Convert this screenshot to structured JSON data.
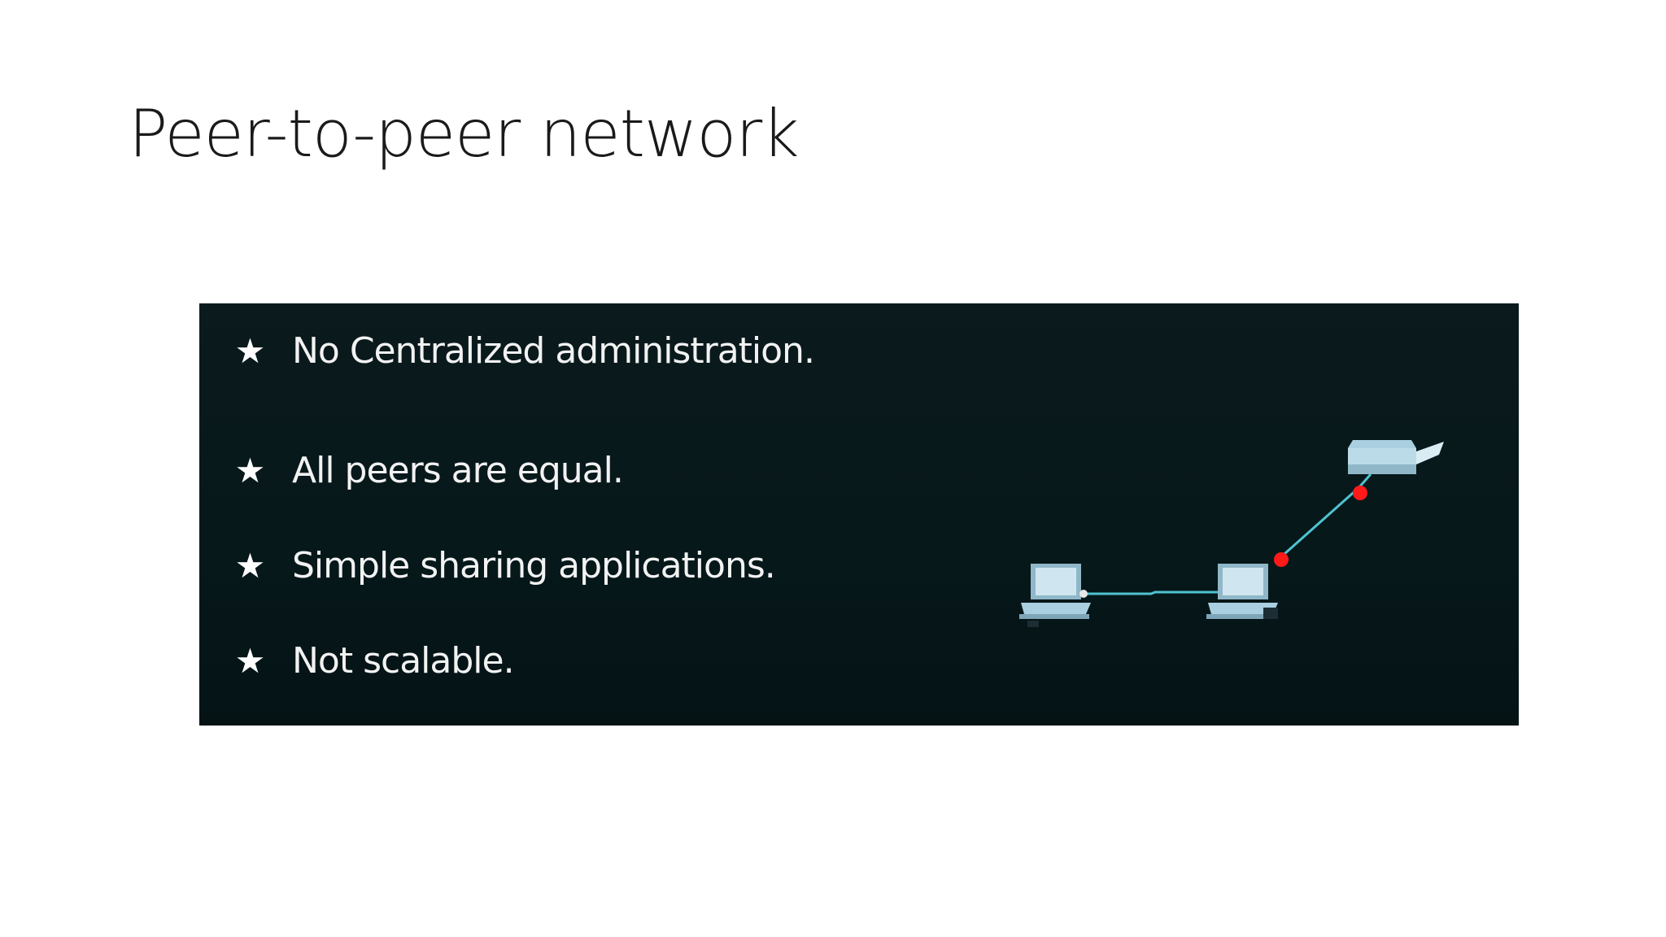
{
  "slide": {
    "title": "Peer-to-peer network"
  },
  "panel": {
    "bullet_icon": "star-icon",
    "bullets": [
      {
        "text": "No Centralized administration."
      },
      {
        "text": "All peers are equal."
      },
      {
        "text": "Simple sharing applications."
      },
      {
        "text": "Not scalable."
      }
    ]
  },
  "diagram": {
    "nodes": [
      "laptop-icon",
      "laptop-icon",
      "printer-icon"
    ],
    "link_color": "#4fc3d1",
    "signal_dot_color": "#ff1a1a",
    "device_color": "#a9cfe0"
  }
}
